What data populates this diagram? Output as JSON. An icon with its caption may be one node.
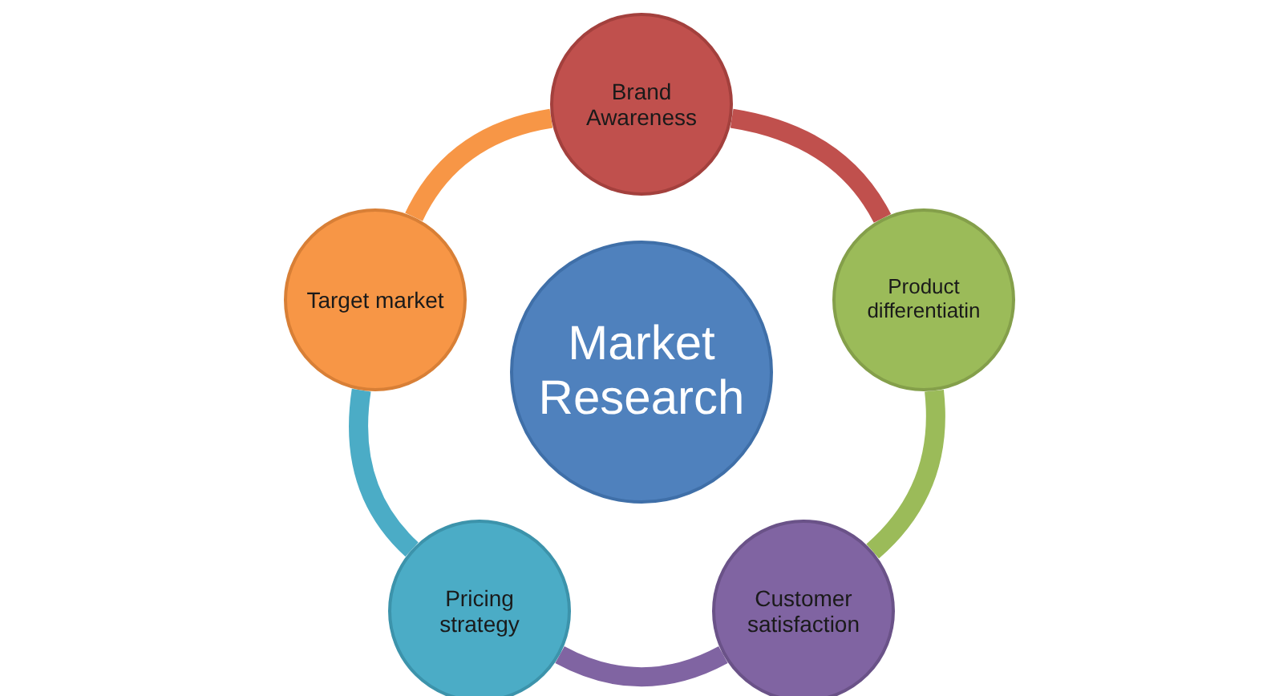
{
  "diagram": {
    "nodes": [
      {
        "text": [
          "Market Research"
        ]
      },
      {
        "text": [
          "Brand Awareness"
        ]
      },
      {
        "text": [
          "Product differentiatin"
        ]
      },
      {
        "text": [
          "Customer satisfaction"
        ]
      },
      {
        "text": [
          "Pricing strategy"
        ]
      },
      {
        "text": [
          "Target market"
        ]
      }
    ],
    "edges": [
      {
        "from": 1,
        "to": 2,
        "arrow": "none",
        "color": "#c0504d"
      },
      {
        "from": 2,
        "to": 3,
        "arrow": "none",
        "color": "#9bbb59"
      },
      {
        "from": 3,
        "to": 4,
        "arrow": "none",
        "color": "#8064a2"
      },
      {
        "from": 4,
        "to": 5,
        "arrow": "none",
        "color": "#4bacc6"
      },
      {
        "from": 5,
        "to": 1,
        "arrow": "none",
        "color": "#f79646"
      }
    ]
  }
}
